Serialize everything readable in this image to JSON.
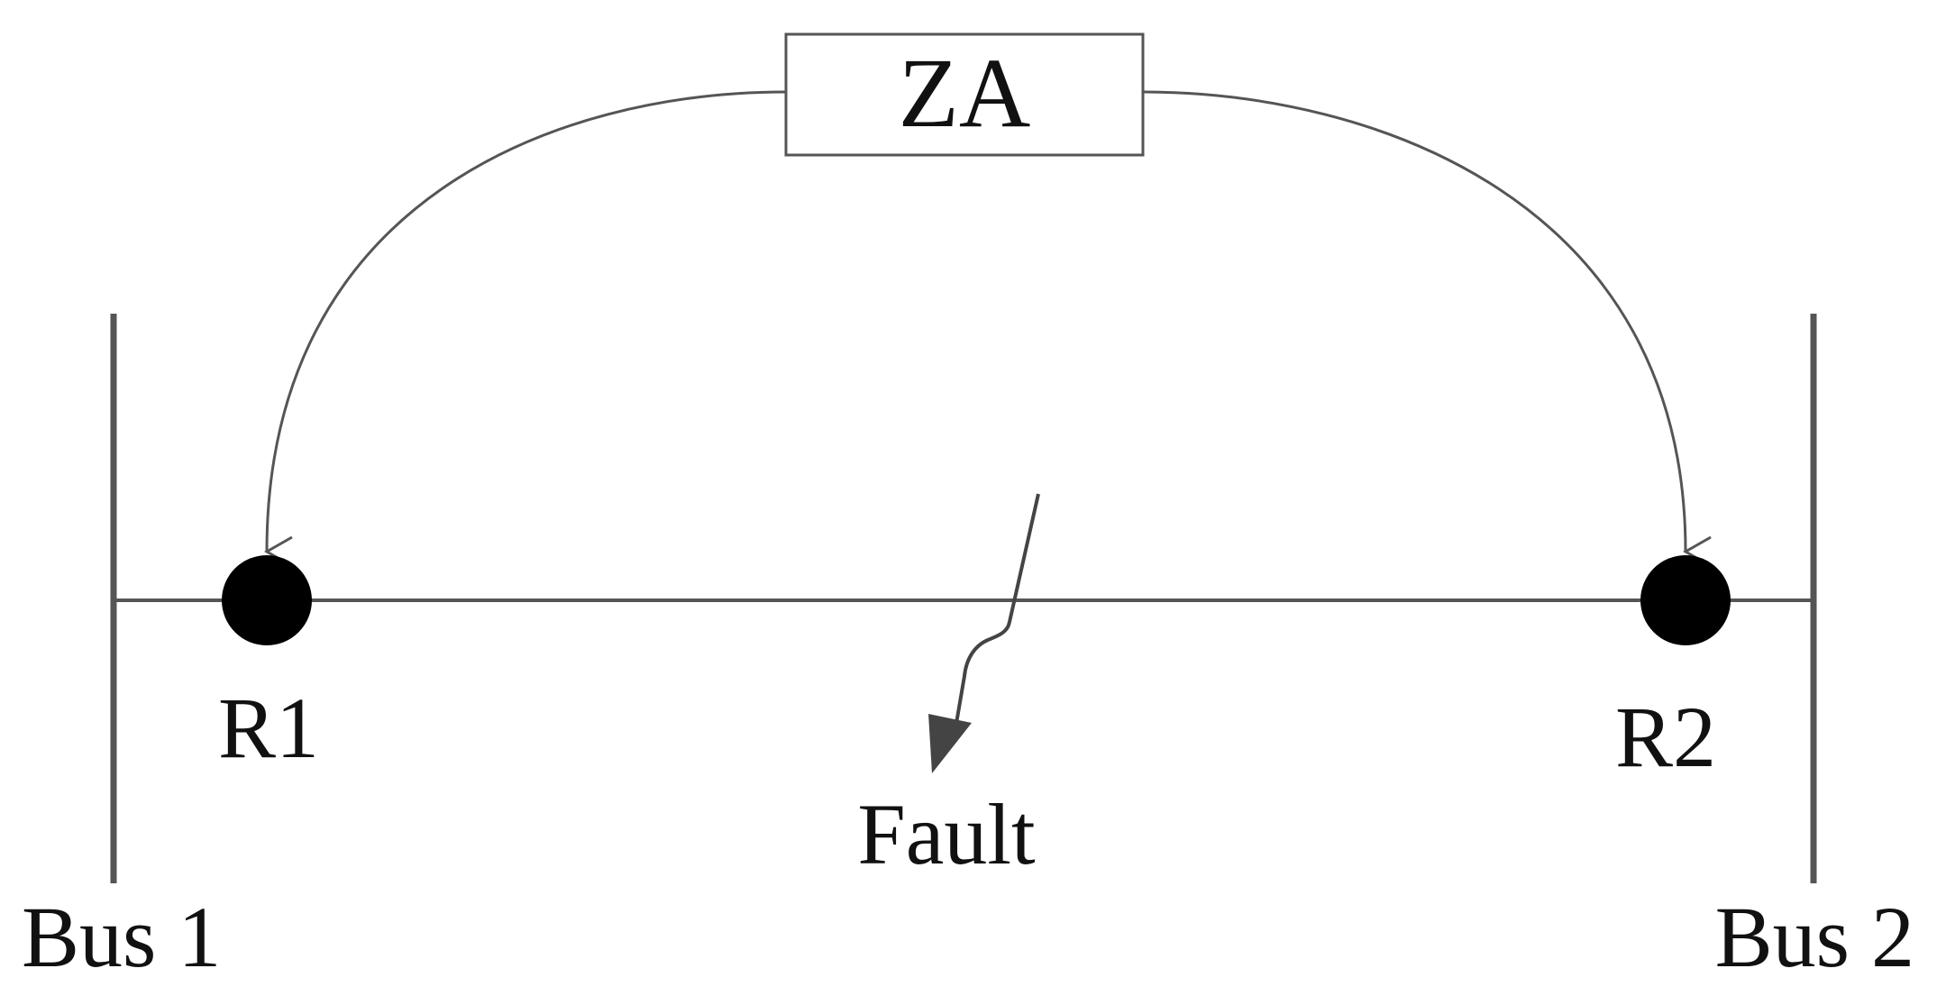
{
  "zone_box": {
    "label": "ZA"
  },
  "relays": [
    {
      "label": "R1"
    },
    {
      "label": "R2"
    }
  ],
  "fault": {
    "label": "Fault"
  },
  "buses": [
    {
      "label": "Bus 1"
    },
    {
      "label": "Bus 2"
    }
  ],
  "colors": {
    "line": "#555555",
    "relay": "#000000",
    "fault_arrow": "#444444"
  }
}
